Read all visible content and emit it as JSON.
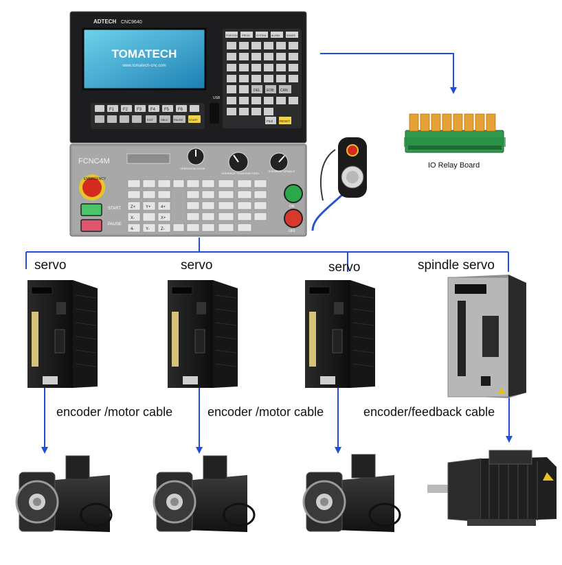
{
  "controller": {
    "brand": "ADTECH",
    "model": "CNC9640",
    "screen_logo": "TOMATECH",
    "screen_url": "www.tomatech-cnc.com",
    "usb_label": "USB",
    "function_keys": [
      "F1",
      "F2",
      "F3",
      "F4",
      "F5",
      "F6"
    ],
    "top_keys": [
      "POSITION",
      "PROG",
      "SYSTEM",
      "ALARM",
      "DGNOS"
    ],
    "edit_keys": [
      "DEL",
      "EOB",
      "CAN"
    ],
    "bottom_keys": [
      "EDIT",
      "SBLK",
      "PAUSE",
      "START",
      "FILE",
      "RESET"
    ],
    "panel_model": "FCNC4M",
    "dial_labels": [
      "OPERATION MODE",
      "OVERRIDE TRAVERSE FEED",
      "OVERRIDE SPINDLE"
    ],
    "button_labels": [
      "EMERGENCY",
      "START",
      "PAUSE",
      "ON",
      "OFF"
    ],
    "axis_keys": [
      "Z+",
      "Y+",
      "4+",
      "X-",
      "X+",
      "4-",
      "Y-",
      "Z-"
    ]
  },
  "relay_board": {
    "label": "IO Relay Board"
  },
  "servos": [
    {
      "label": "servo",
      "cable_label": "encoder /motor cable"
    },
    {
      "label": "servo",
      "cable_label": "encoder /motor cable"
    },
    {
      "label": "servo",
      "cable_label": ""
    },
    {
      "label": "spindle servo",
      "cable_label": "encoder/feedback cable"
    }
  ],
  "colors": {
    "connector_blue": "#1f4fd8",
    "panel_dark": "#1c1c1e",
    "panel_gray": "#9a9a9a",
    "screen_cyan": "#37b6d8",
    "estop_red": "#d52a1e",
    "on_green": "#2aa84a",
    "relay_green": "#2f9a4c"
  }
}
